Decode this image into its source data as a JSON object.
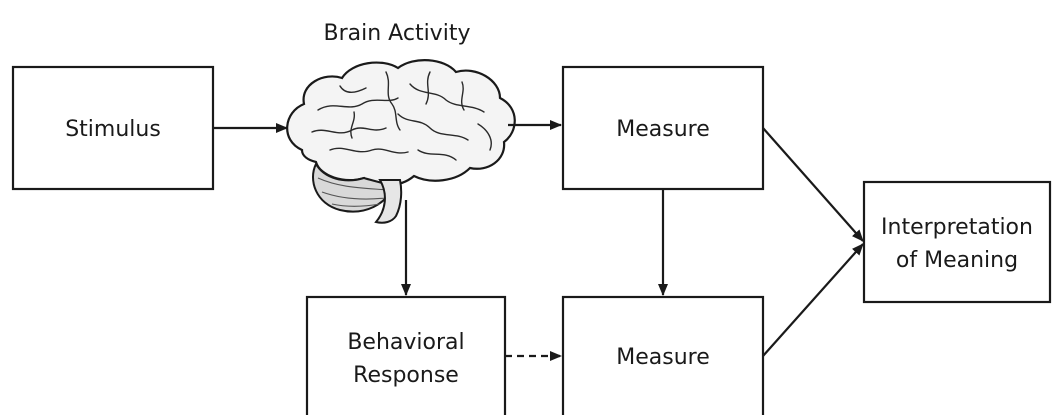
{
  "diagram": {
    "brain_label": "Brain Activity",
    "nodes": {
      "stimulus": "Stimulus",
      "measure_top": "Measure",
      "behavioral_line1": "Behavioral",
      "behavioral_line2": "Response",
      "measure_bottom": "Measure",
      "interpretation_line1": "Interpretation",
      "interpretation_line2": "of Meaning"
    },
    "icons": {
      "brain": "brain-icon"
    },
    "colors": {
      "stroke": "#1a1a1a",
      "background": "#ffffff",
      "brain_fill": "#f4f4f4",
      "cerebellum_fill": "#d9d9d9"
    }
  }
}
